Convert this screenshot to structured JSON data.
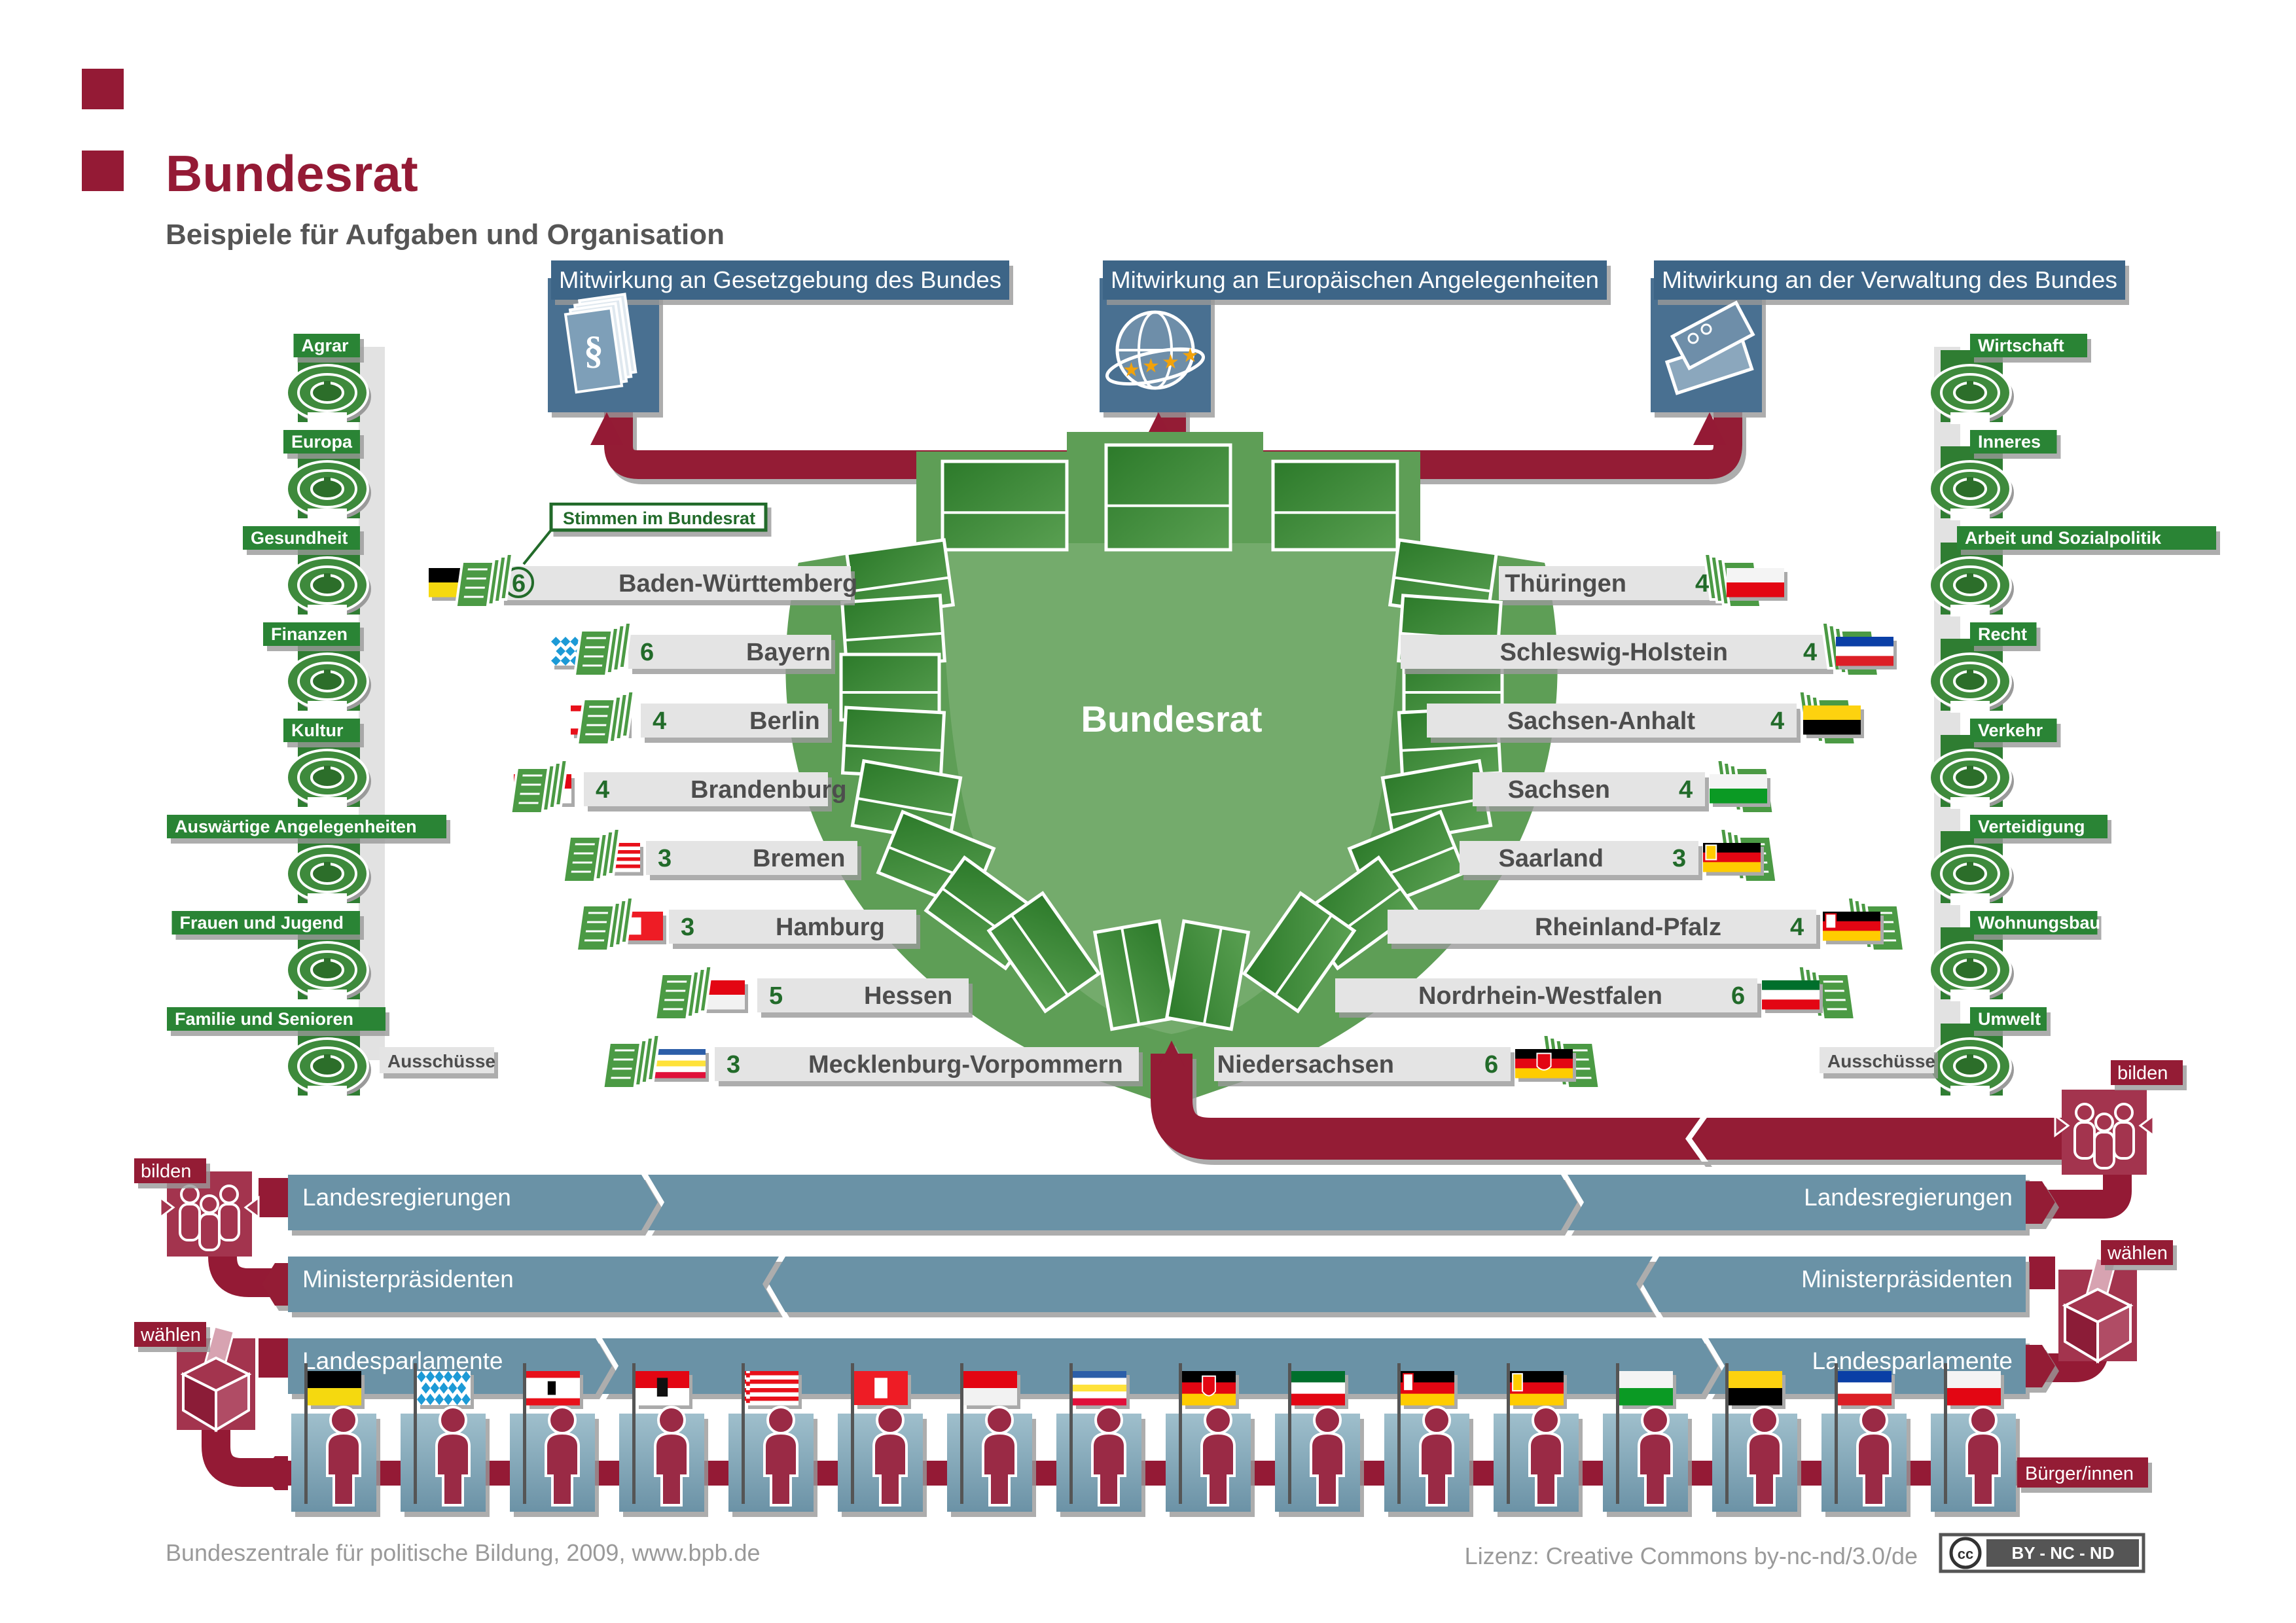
{
  "header": {
    "title": "Bundesrat",
    "subtitle": "Beispiele für Aufgaben und Organisation"
  },
  "tasks": [
    {
      "label": "Mitwirkung an Gesetzgebung des Bundes",
      "icon": "paragraph-document-icon"
    },
    {
      "label": "Mitwirkung an Europäischen Angelegenheiten",
      "icon": "globe-eu-stars-icon"
    },
    {
      "label": "Mitwirkung an der Verwaltung des Bundes",
      "icon": "administration-files-icon"
    }
  ],
  "chamber": {
    "label": "Bundesrat",
    "stimmen_label": "Stimmen im Bundesrat"
  },
  "committees": {
    "label": "Ausschüsse",
    "left": [
      "Agrar",
      "Europa",
      "Gesundheit",
      "Finanzen",
      "Kultur",
      "Auswärtige Angelegenheiten",
      "Frauen und Jugend",
      "Familie und Senioren"
    ],
    "right": [
      "Wirtschaft",
      "Inneres",
      "Arbeit und Sozialpolitik",
      "Recht",
      "Verkehr",
      "Verteidigung",
      "Wohnungsbau",
      "Umwelt"
    ]
  },
  "states_left": [
    {
      "name": "Baden-Württemberg",
      "votes": "6",
      "flag": "bw"
    },
    {
      "name": "Bayern",
      "votes": "6",
      "flag": "by"
    },
    {
      "name": "Berlin",
      "votes": "4",
      "flag": "be"
    },
    {
      "name": "Brandenburg",
      "votes": "4",
      "flag": "bb"
    },
    {
      "name": "Bremen",
      "votes": "3",
      "flag": "hb"
    },
    {
      "name": "Hamburg",
      "votes": "3",
      "flag": "hh"
    },
    {
      "name": "Hessen",
      "votes": "5",
      "flag": "he"
    },
    {
      "name": "Mecklenburg-Vorpommern",
      "votes": "3",
      "flag": "mv"
    }
  ],
  "states_right": [
    {
      "name": "Thüringen",
      "votes": "4",
      "flag": "th"
    },
    {
      "name": "Schleswig-Holstein",
      "votes": "4",
      "flag": "sh"
    },
    {
      "name": "Sachsen-Anhalt",
      "votes": "4",
      "flag": "st"
    },
    {
      "name": "Sachsen",
      "votes": "4",
      "flag": "sn"
    },
    {
      "name": "Saarland",
      "votes": "3",
      "flag": "sl"
    },
    {
      "name": "Rheinland-Pfalz",
      "votes": "4",
      "flag": "rp"
    },
    {
      "name": "Nordrhein-Westfalen",
      "votes": "6",
      "flag": "nw"
    },
    {
      "name": "Niedersachsen",
      "votes": "6",
      "flag": "ni"
    }
  ],
  "bands": {
    "landesregierungen": "Landesregierungen",
    "ministerpraesidenten": "Ministerpräsidenten",
    "landesparlamente": "Landesparlamente",
    "buerger": "Bürger/innen"
  },
  "tags": {
    "bilden": "bilden",
    "waehlen": "wählen"
  },
  "citizen_flags": [
    "bw",
    "by",
    "be",
    "bb",
    "hb",
    "hh",
    "he",
    "mv",
    "ni",
    "nw",
    "rp",
    "sl",
    "sn",
    "st",
    "sh",
    "th"
  ],
  "footer": {
    "source": "Bundeszentrale für politische Bildung, 2009, www.bpb.de",
    "license": "Lizenz: Creative Commons by-nc-nd/3.0/de",
    "cc_badge": "BY - NC - ND",
    "cc_logo": "cc"
  },
  "colors": {
    "brand": "#941a35",
    "green": "#2f7d32",
    "green_light": "#5e9e56",
    "blue_box": "#4a6f91",
    "band_blue": "#6b92a6",
    "grey_label": "#e4e4e4"
  }
}
